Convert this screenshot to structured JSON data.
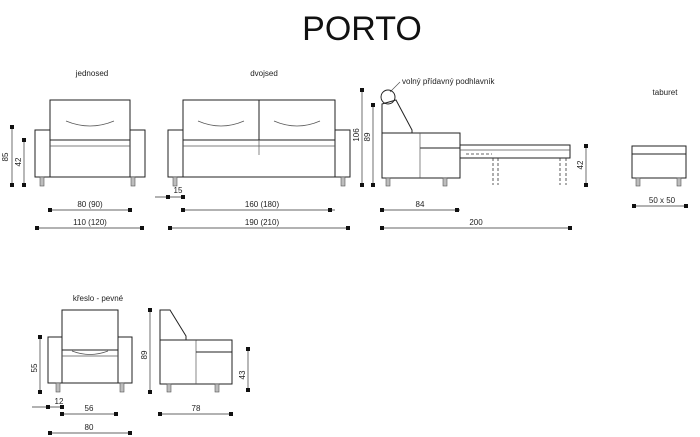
{
  "title": "PORTO",
  "items": {
    "single": "jednosed",
    "double": "dvojsed",
    "headrest": "volný přídavný podhlavník",
    "stool": "taburet",
    "armchair": "křeslo - pevné"
  },
  "dimensions": {
    "single_seat_width": "80 (90)",
    "single_total_width": "110 (120)",
    "single_height": "85",
    "single_seat_height": "42",
    "double_arm": "15",
    "double_seat_width": "160 (180)",
    "double_total_width": "190 (210)",
    "side_height_total": "106",
    "side_height_back": "89",
    "side_depth": "84",
    "bed_length": "200",
    "bed_height": "42",
    "stool_size": "50 x 50",
    "armchair_height": "55",
    "armchair_arm": "12",
    "armchair_seat_width": "56",
    "armchair_total_width": "80",
    "armchair_side_height": "89",
    "armchair_side_seat": "43",
    "armchair_side_depth": "78"
  }
}
